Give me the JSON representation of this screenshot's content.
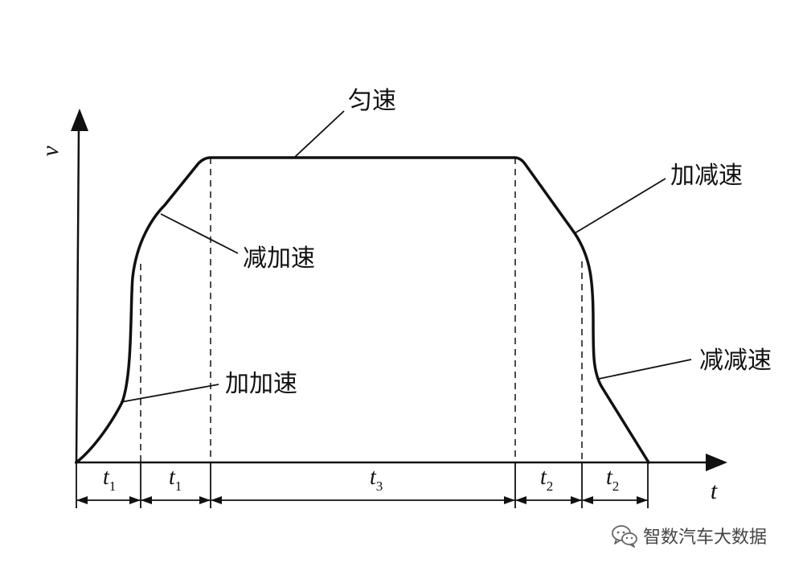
{
  "axes": {
    "y_label": "v",
    "x_label": "t"
  },
  "phases": {
    "jerk_accel": "加加速",
    "decel_accel": "减加速",
    "constant": "匀速",
    "accel_decel": "加减速",
    "decel_decel": "减减速"
  },
  "segments": [
    {
      "main": "t",
      "sub": "1"
    },
    {
      "main": "t",
      "sub": "1"
    },
    {
      "main": "t",
      "sub": "3"
    },
    {
      "main": "t",
      "sub": "2"
    },
    {
      "main": "t",
      "sub": "2"
    }
  ],
  "watermark": {
    "icon": "wechat-icon",
    "text": "智数汽车大数据"
  }
}
